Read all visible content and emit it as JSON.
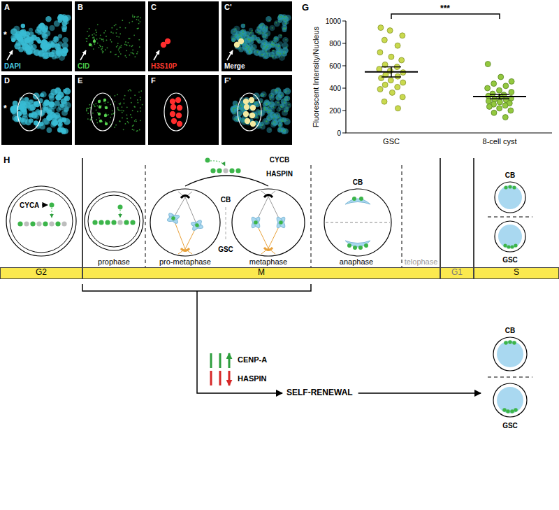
{
  "diagram": {
    "nodes": [
      {
        "text": [
          "G2"
        ]
      },
      {
        "text": [
          "M"
        ]
      },
      {
        "text": [
          "G1"
        ]
      },
      {
        "text": [
          "S"
        ]
      }
    ],
    "labels": [
      "A",
      "B",
      "C",
      "C'",
      "*",
      "DAPI",
      "CID",
      "H3S10P",
      "Merge",
      "D",
      "E",
      "F",
      "F'",
      "*",
      "G",
      "Fluorescent Intensity/Nucleus",
      "0",
      "200",
      "400",
      "600",
      "800",
      "1000",
      "***",
      "GSC",
      "8-cell cyst",
      "H",
      "CYCA",
      "CYCB",
      "HASPIN",
      "CB",
      "GSC",
      "CB",
      "CB",
      "GSC",
      "prophase",
      "pro-metaphase",
      "metaphase",
      "anaphase",
      "telophase",
      "CENP-A",
      "HASPIN",
      "SELF-RENEWAL",
      "CB",
      "GSC"
    ]
  }
}
